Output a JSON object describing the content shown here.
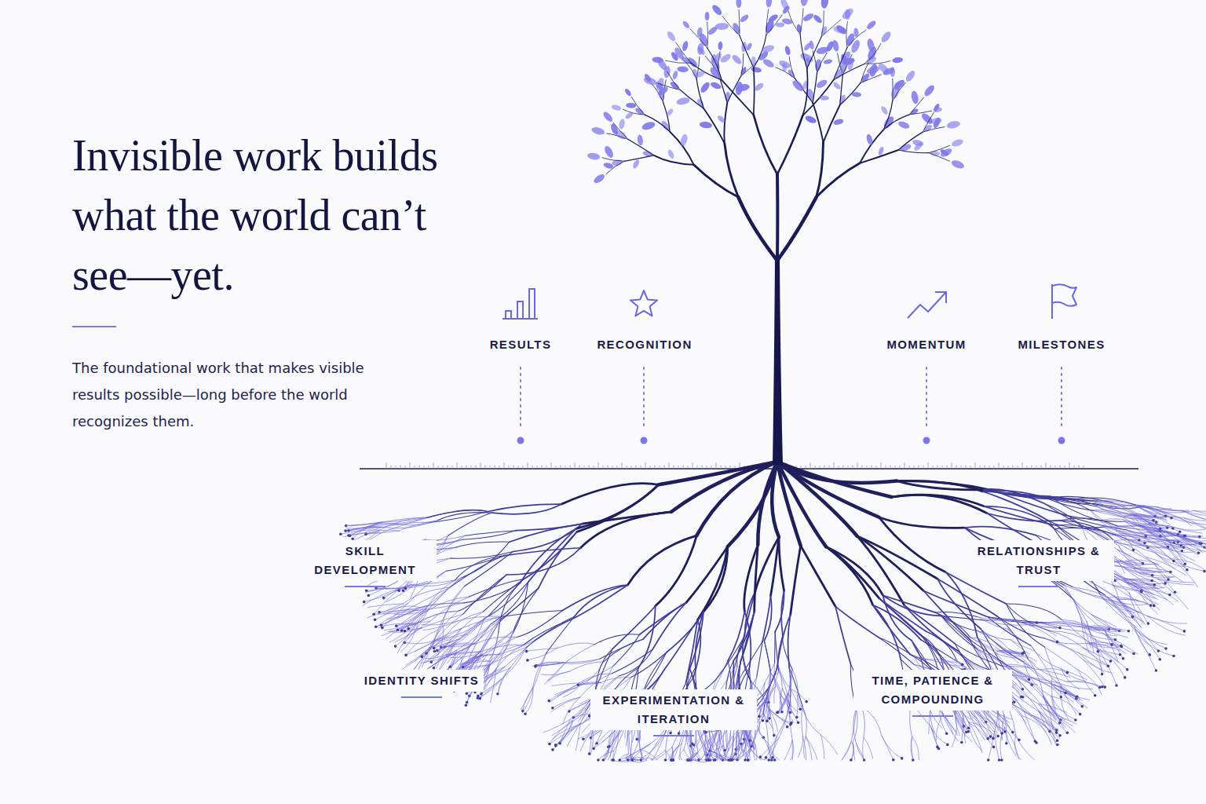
{
  "diagram": {
    "title": "Invisible work builds what the world can’t see—yet.",
    "caption": "The foundational work that makes visible results possible—long before the world recognizes them.",
    "labels": [
      "RESULTS",
      "RECOGNITION",
      "MOMENTUM",
      "MILESTONES",
      "SKILL DEVELOPMENT",
      "RELATIONSHIPS & TRUST",
      "IDENTITY SHIFTS",
      "EXPERIMENTATION & ITERATION",
      "TIME, PATIENCE & COMPOUNDING"
    ]
  }
}
